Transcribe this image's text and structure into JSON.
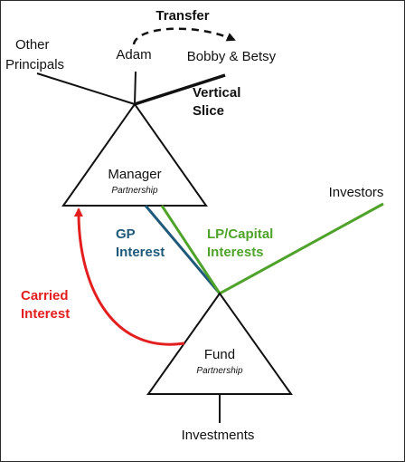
{
  "transfer": {
    "label": "Transfer",
    "from": "Adam",
    "to": "Bobby & Betsy"
  },
  "principals": {
    "other_line1": "Other",
    "other_line2": "Principals"
  },
  "vertical_slice": {
    "line1": "Vertical",
    "line2": "Slice"
  },
  "manager": {
    "name": "Manager",
    "type": "Partnership"
  },
  "fund": {
    "name": "Fund",
    "type": "Partnership"
  },
  "investors": "Investors",
  "investments": "Investments",
  "gp_interest": {
    "line1": "GP",
    "line2": "Interest",
    "color": "#1F5A7A"
  },
  "lp_interests": {
    "line1": "LP/Capital",
    "line2": "Interests",
    "color": "#4FA32A"
  },
  "carried_interest": {
    "line1": "Carried",
    "line2": "Interest",
    "color": "#E31E1E"
  }
}
